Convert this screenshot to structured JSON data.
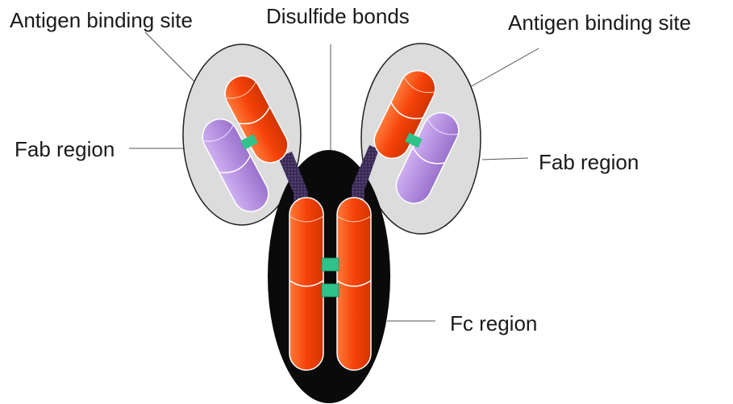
{
  "labels": {
    "antigen_left": "Antigen binding site",
    "disulfide": "Disulfide bonds",
    "antigen_right": "Antigen binding site",
    "fab_left": "Fab region",
    "fab_right": "Fab region",
    "fc": "Fc region"
  },
  "colors": {
    "heavy_chain": "#f5430a",
    "light_chain": "#b58fe0",
    "fc_region": "#0a0a0a",
    "fab_region": "#dcdcdc",
    "disulfide_bond": "#2fc28a",
    "hinge": "#3a2a55"
  }
}
